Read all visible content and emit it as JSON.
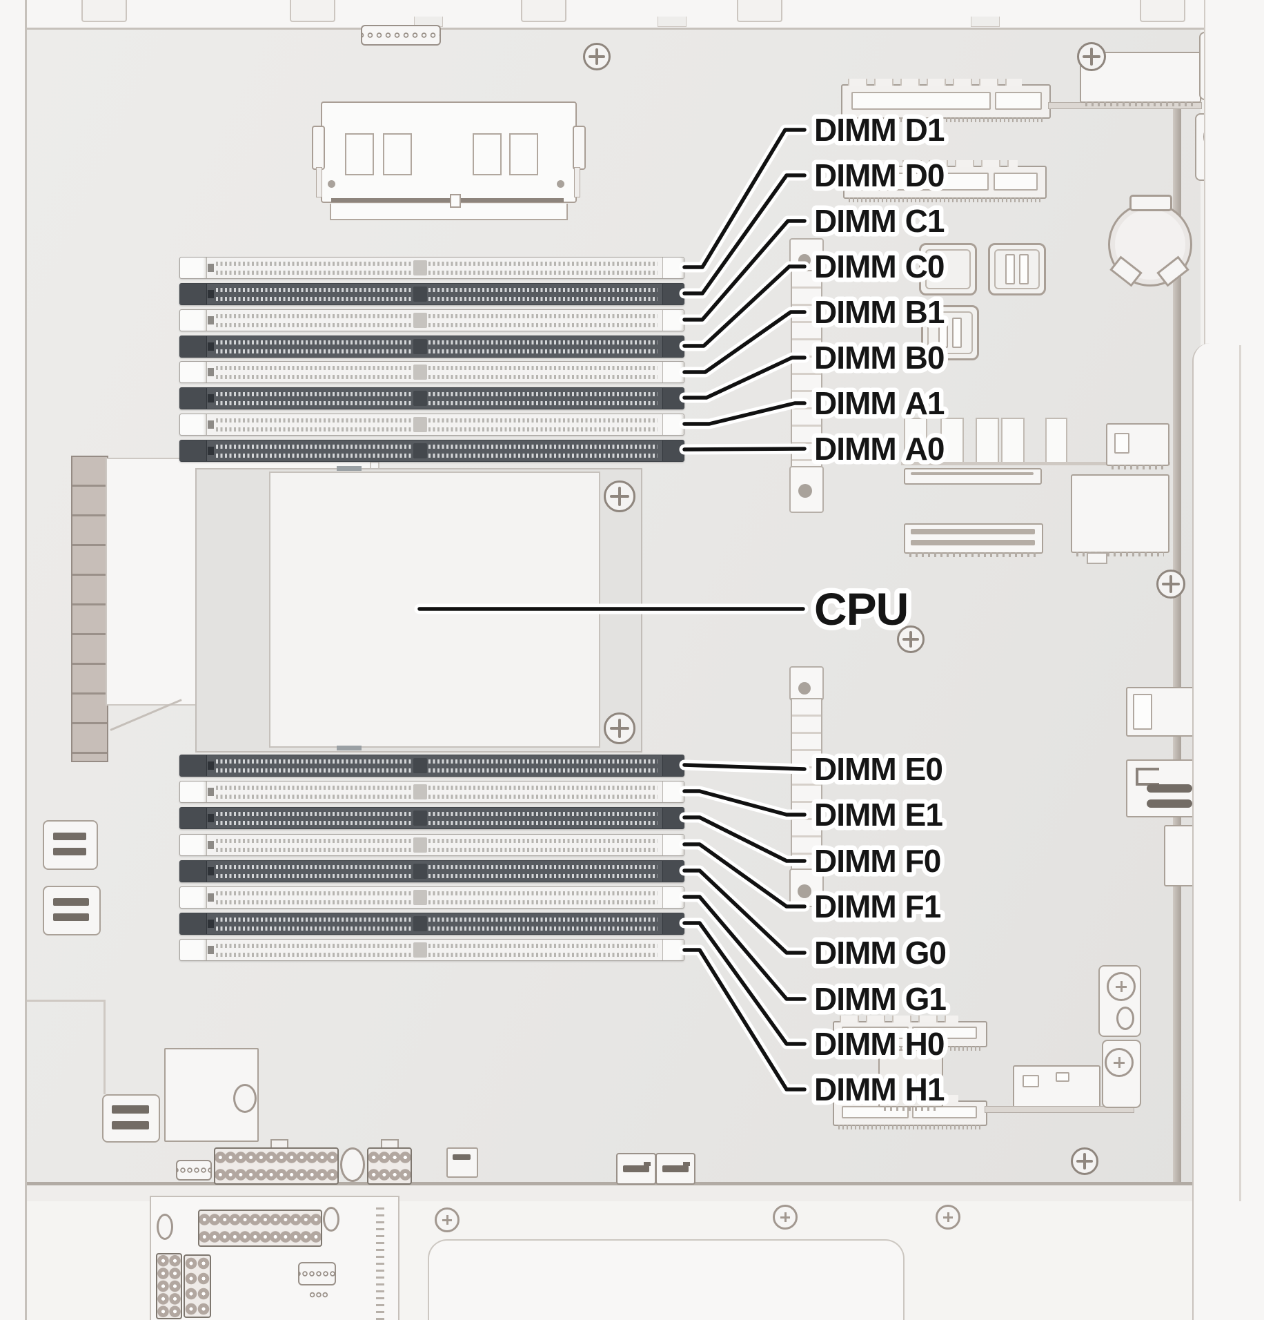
{
  "labels": {
    "word": "DIMM",
    "memory_top": [
      {
        "word": "DIMM",
        "slot": "D1"
      },
      {
        "word": "DIMM",
        "slot": "D0"
      },
      {
        "word": "DIMM",
        "slot": "C1"
      },
      {
        "word": "DIMM",
        "slot": "C0"
      },
      {
        "word": "DIMM",
        "slot": "B1"
      },
      {
        "word": "DIMM",
        "slot": "B0"
      },
      {
        "word": "DIMM",
        "slot": "A1"
      },
      {
        "word": "DIMM",
        "slot": "A0"
      }
    ],
    "memory_bottom": [
      {
        "word": "DIMM",
        "slot": "E0"
      },
      {
        "word": "DIMM",
        "slot": "E1"
      },
      {
        "word": "DIMM",
        "slot": "F0"
      },
      {
        "word": "DIMM",
        "slot": "F1"
      },
      {
        "word": "DIMM",
        "slot": "G0"
      },
      {
        "word": "DIMM",
        "slot": "G1"
      },
      {
        "word": "DIMM",
        "slot": "H0"
      },
      {
        "word": "DIMM",
        "slot": "H1"
      }
    ],
    "cpu": "CPU"
  },
  "colors": {
    "leader_line": "#111111",
    "label_fill": "#151515",
    "label_halo": "#ffffff",
    "dimm_slot_dark": "#575b60",
    "dimm_slot_light": "#f3f2f1",
    "board": "#e9e8e6",
    "chassis": "#f7f6f5",
    "component_outline": "#a79d94"
  }
}
